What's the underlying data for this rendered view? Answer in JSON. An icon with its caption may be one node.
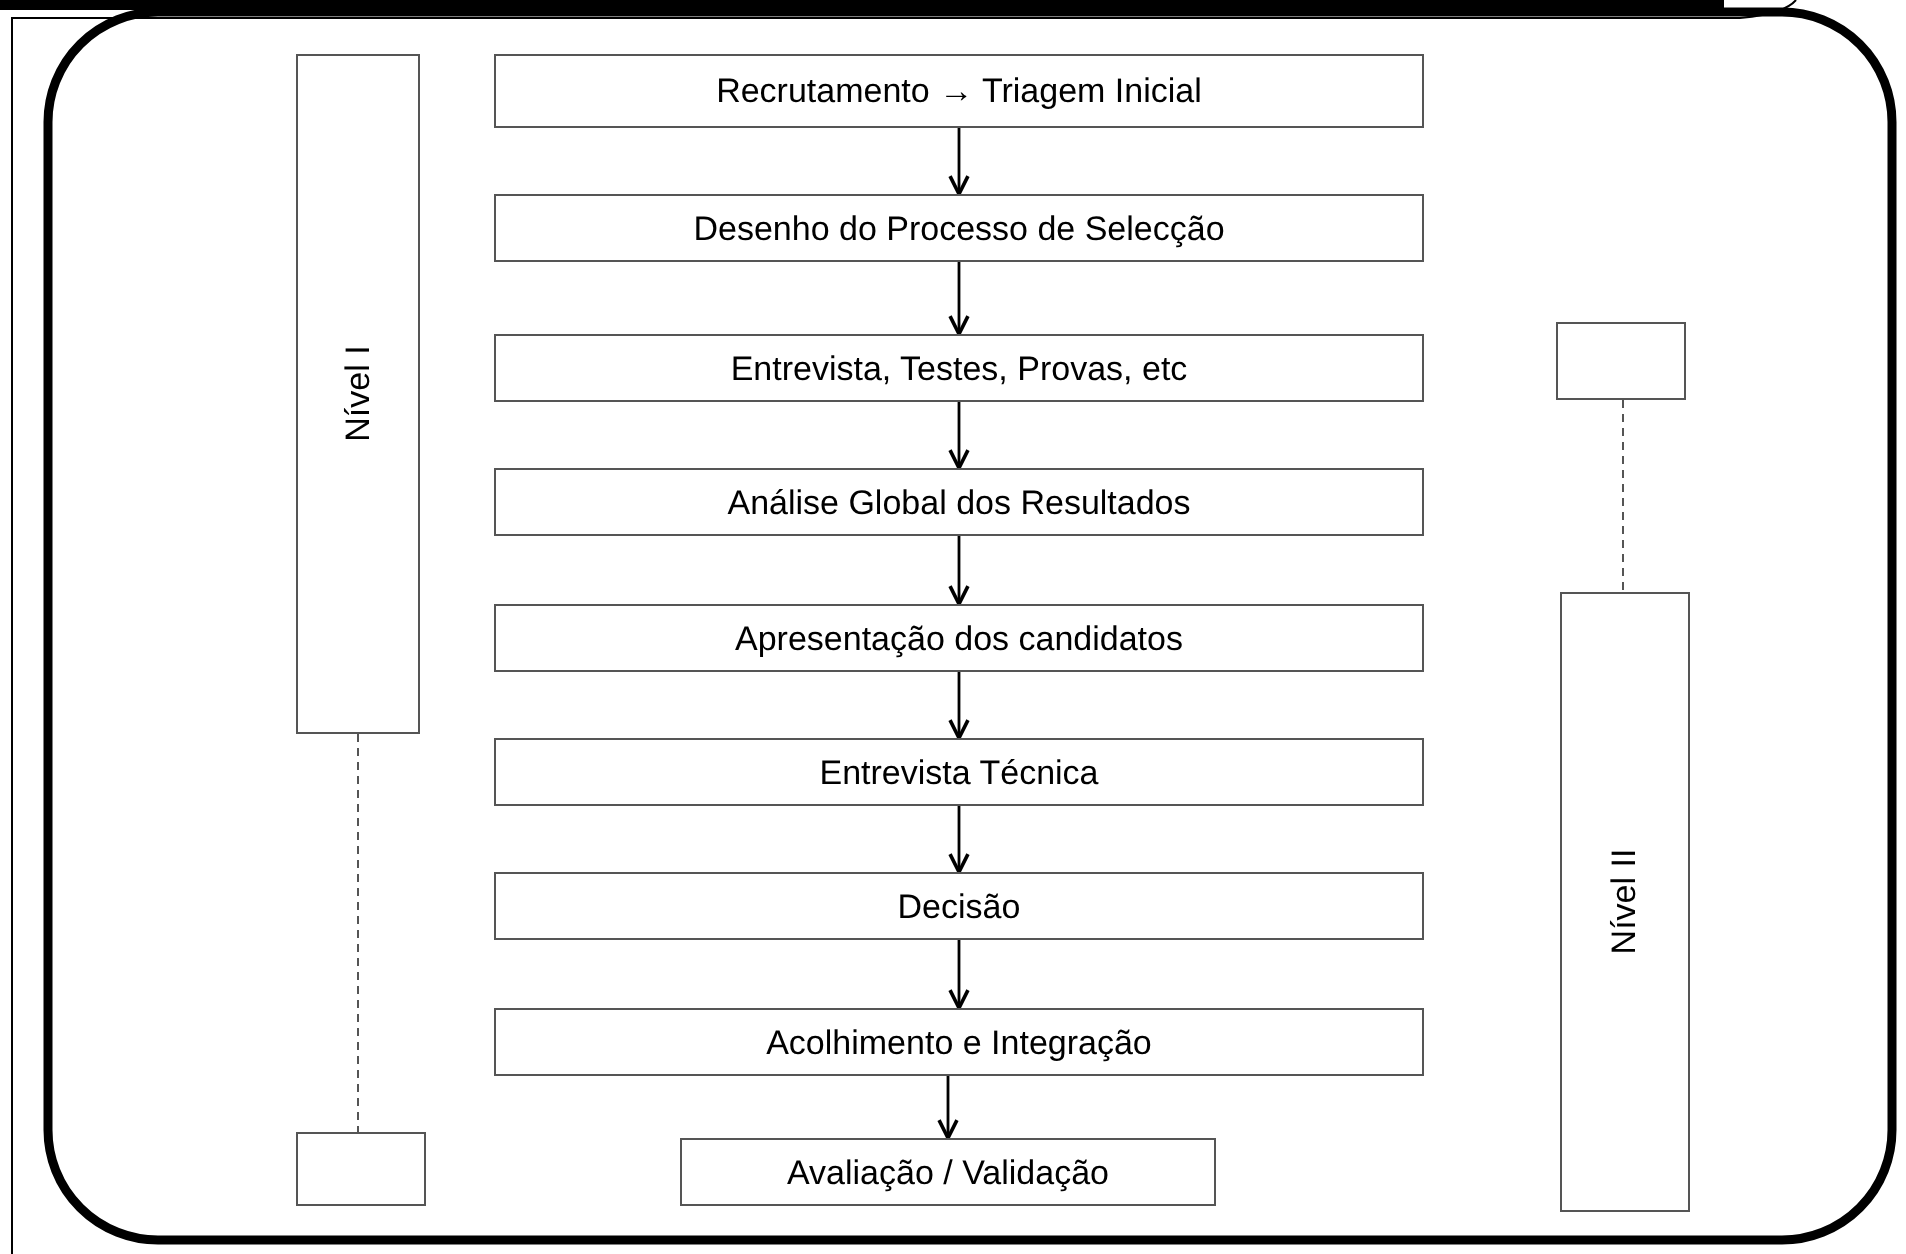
{
  "diagram": {
    "nodes": [
      {
        "text": [
          "Nível I"
        ]
      },
      {
        "text": [
          "Recrutamento → Triagem Inicial"
        ]
      },
      {
        "text": [
          "Desenho do Processo de Selecção"
        ]
      },
      {
        "text": [
          "Entrevista, Testes, Provas, etc"
        ]
      },
      {
        "text": [
          "Análise Global dos Resultados"
        ]
      },
      {
        "text": [
          "Apresentação dos candidatos"
        ]
      },
      {
        "text": [
          "Entrevista Técnica"
        ]
      },
      {
        "text": [
          "Decisão"
        ]
      },
      {
        "text": [
          "Acolhimento e Integração"
        ]
      },
      {
        "text": [
          "Avaliação / Validação"
        ]
      },
      {
        "text": [],
        "shape": "box"
      },
      {
        "text": [
          "Nível II"
        ]
      },
      {
        "text": [],
        "shape": "box"
      }
    ],
    "edges": [
      {
        "from": 1,
        "to": 2,
        "arrow": "to"
      },
      {
        "from": 2,
        "to": 3,
        "arrow": "to"
      },
      {
        "from": 3,
        "to": 4,
        "arrow": "to"
      },
      {
        "from": 4,
        "to": 5,
        "arrow": "to"
      },
      {
        "from": 5,
        "to": 6,
        "arrow": "to"
      },
      {
        "from": 6,
        "to": 7,
        "arrow": "to"
      },
      {
        "from": 7,
        "to": 8,
        "arrow": "to"
      },
      {
        "from": 8,
        "to": 9,
        "arrow": "to"
      },
      {
        "from": 0,
        "to": 12,
        "arrow": "none",
        "style": "dashed"
      },
      {
        "from": 10,
        "to": 11,
        "arrow": "none",
        "style": "dashed"
      }
    ]
  }
}
